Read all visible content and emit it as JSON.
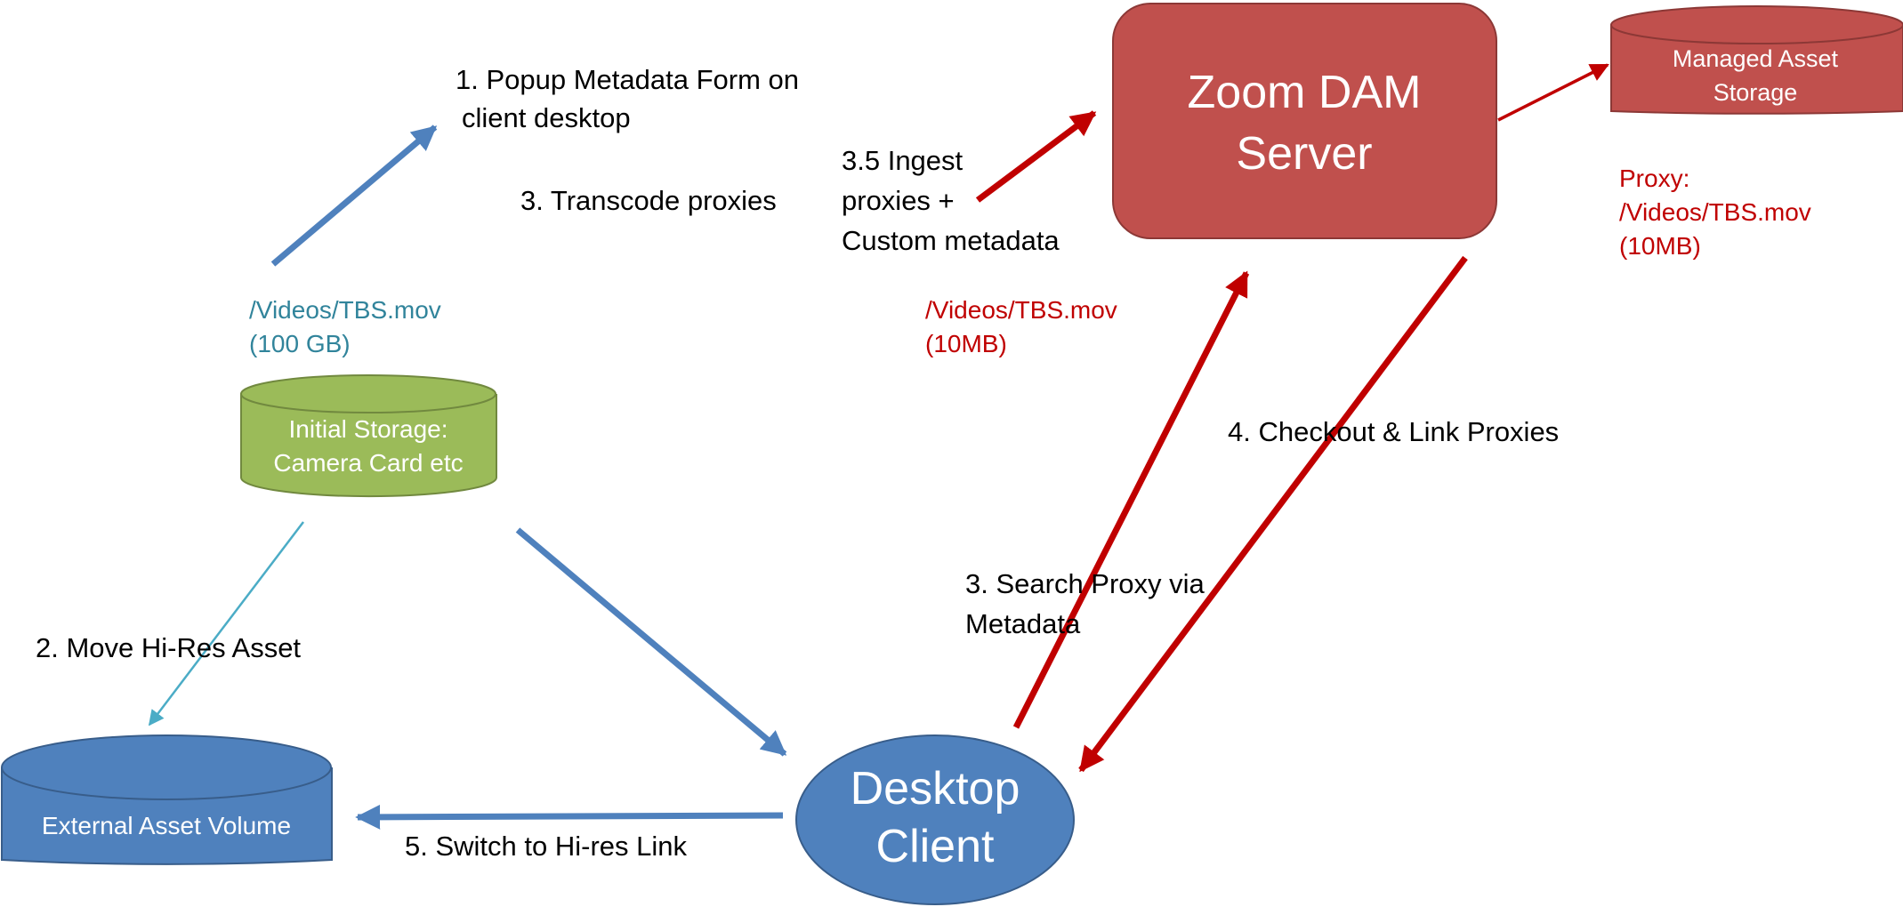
{
  "colors": {
    "server_fill": "#c0504d",
    "server_stroke": "#8c3836",
    "client_fill": "#4f81bd",
    "client_stroke": "#385d8a",
    "initial_storage_fill": "#9bbb59",
    "initial_storage_stroke": "#71893f",
    "arrow_blue": "#4f81bd",
    "arrow_teal": "#4bacc6",
    "arrow_red": "#c00000",
    "label_teal": "#31849b",
    "label_red": "#c00000",
    "label_black": "#000000"
  },
  "nodes": {
    "server": {
      "line1": "Zoom DAM",
      "line2": "Server"
    },
    "managed_storage": {
      "line1": "Managed Asset",
      "line2": "Storage"
    },
    "initial_storage": {
      "line1": "Initial Storage:",
      "line2": "Camera Card etc"
    },
    "external_volume": {
      "label": "External Asset Volume"
    },
    "desktop_client": {
      "line1": "Desktop",
      "line2": "Client"
    }
  },
  "steps": {
    "step1": {
      "line1": "1. Popup Metadata Form on",
      "line2": "client desktop"
    },
    "step2": {
      "label": "2. Move Hi-Res  Asset"
    },
    "step3_transcode": {
      "label": "3. Transcode proxies"
    },
    "step3_5": {
      "line1": "3.5 Ingest",
      "line2": "proxies +",
      "line3": "Custom metadata"
    },
    "step3_search": {
      "line1": "3. Search Proxy via",
      "line2": "Metadata"
    },
    "step4": {
      "label": "4. Checkout & Link Proxies"
    },
    "step5": {
      "label": "5. Switch to Hi-res Link"
    }
  },
  "annotations": {
    "hires_path": {
      "line1": "/Videos/TBS.mov",
      "line2": "(100 GB)"
    },
    "proxy_path": {
      "line1": "/Videos/TBS.mov",
      "line2": "(10MB)"
    },
    "managed_proxy": {
      "line1": "Proxy:",
      "line2": "/Videos/TBS.mov",
      "line3": "(10MB)"
    }
  }
}
